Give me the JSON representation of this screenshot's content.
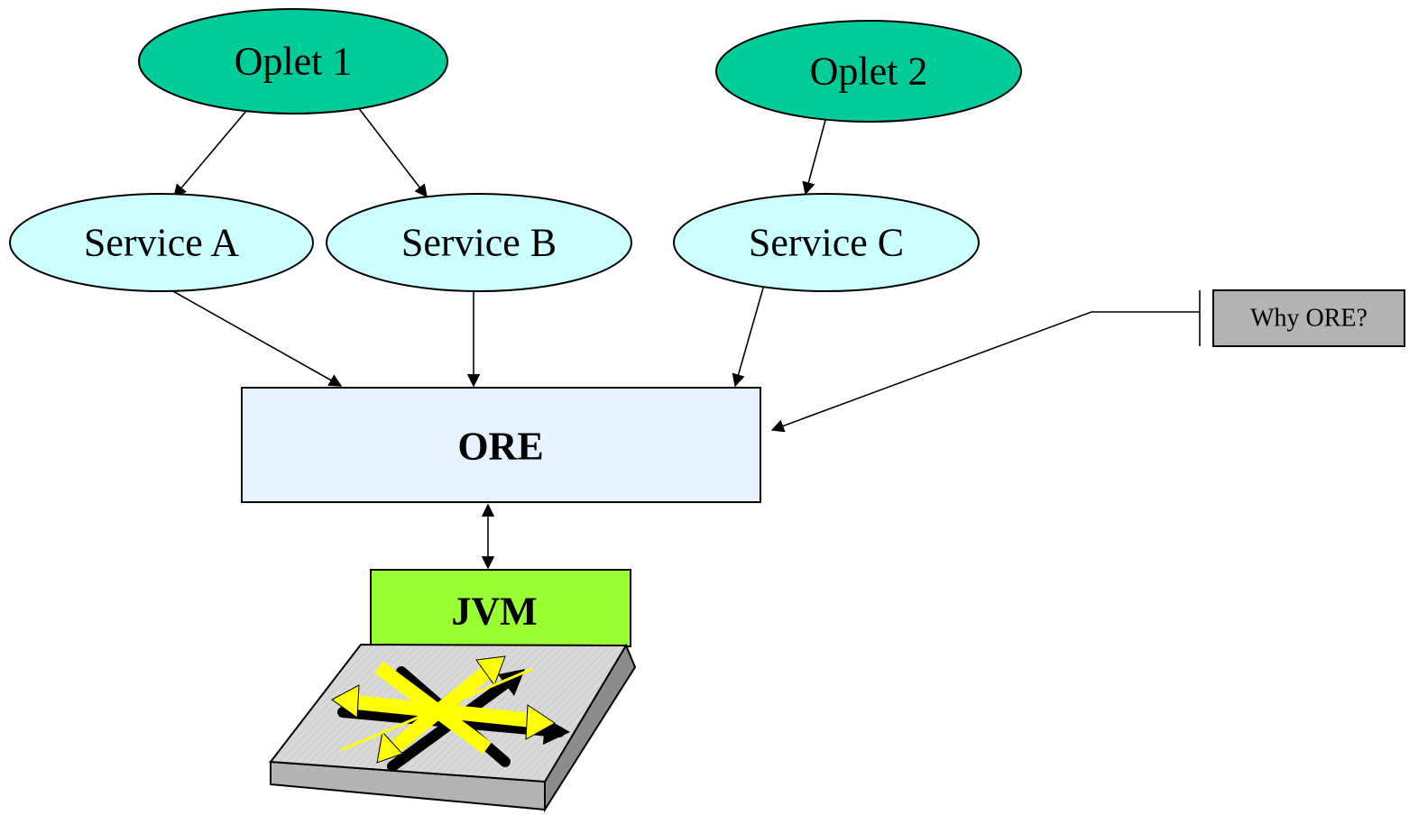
{
  "colors": {
    "oplet_fill": "#00CC99",
    "service_fill": "#CCFFFF",
    "ore_fill": "#E6F2FF",
    "jvm_fill": "#99FF33",
    "note_fill": "#B3B3B3",
    "router_fill": "#D9D9D9",
    "router_arrows": "#FFFF00"
  },
  "nodes": {
    "oplet1": "Oplet 1",
    "oplet2": "Oplet 2",
    "serviceA": "Service A",
    "serviceB": "Service B",
    "serviceC": "Service C",
    "ore": "ORE",
    "jvm": "JVM",
    "note": "Why ORE?"
  },
  "edges": [
    {
      "from": "Oplet 1",
      "to": "Service A"
    },
    {
      "from": "Oplet 1",
      "to": "Service B"
    },
    {
      "from": "Oplet 2",
      "to": "Service C"
    },
    {
      "from": "Service A",
      "to": "ORE"
    },
    {
      "from": "Service B",
      "to": "ORE"
    },
    {
      "from": "Service C",
      "to": "ORE"
    },
    {
      "from": "Why ORE?",
      "to": "ORE"
    },
    {
      "from": "ORE",
      "to": "JVM",
      "bidirectional": true
    }
  ],
  "icons": [
    "router-icon"
  ]
}
